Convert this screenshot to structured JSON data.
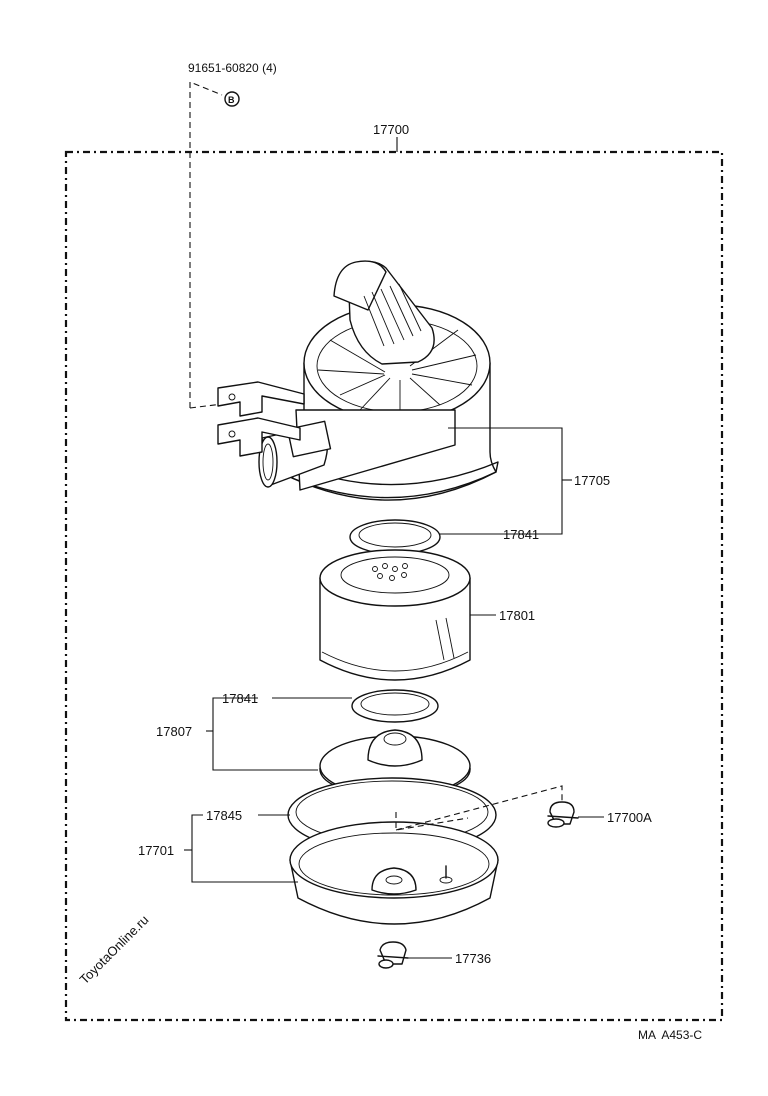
{
  "watermark": "ToyotaOnline.ru",
  "figure_code": "MA  A453-C",
  "labels": {
    "bolt": "91651-60820 (4)",
    "bolt_mark": "B",
    "assembly": "17700",
    "cap": "17705",
    "gasket_upper": "17841",
    "element": "17801",
    "gasket_lower": "17841",
    "cover_assy": "17807",
    "seal": "17845",
    "case": "17701",
    "clamp": "17700A",
    "clip": "17736"
  }
}
